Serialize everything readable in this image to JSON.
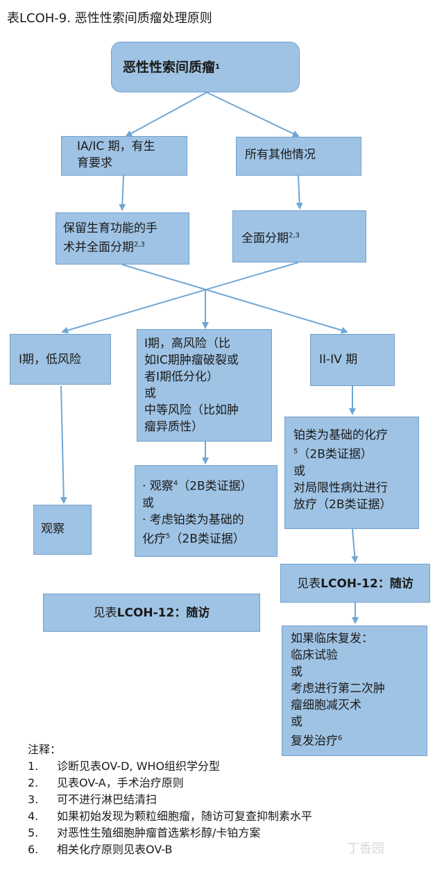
{
  "title": "表LCOH-9. 恶性性索间质瘤处理原则",
  "nodes": {
    "root": "恶性性索间质瘤",
    "root_sup": "1",
    "left1_l1": "IA/IC 期，有生",
    "left1_l2": "育要求",
    "right1": "所有其他情况",
    "left2_l1": "保留生育功能的手",
    "left2_l2": "术并全面分期",
    "left2_sup": "2,3",
    "right2": "全面分期",
    "right2_sup": "2,3",
    "stage1_low": "I期，低风险",
    "stage1_high_l1": "I期，高风险（比",
    "stage1_high_l2": "如IC期肿瘤破裂或",
    "stage1_high_l3": "者I期低分化）",
    "stage1_high_l4": "或",
    "stage1_high_l5": "中等风险（比如肿",
    "stage1_high_l6": "瘤异质性）",
    "stage2_4": "II-IV 期",
    "observe": "观察",
    "mid_l1a": "· 观察",
    "mid_l1sup": "4",
    "mid_l1b": "（2B类证据）",
    "mid_l2": "或",
    "mid_l3": "· 考虑铂类为基础的",
    "mid_l4a": "化疗",
    "mid_l4sup": "5",
    "mid_l4b": "（2B类证据）",
    "right3_l1": "铂类为基础的化疗",
    "right3_l2sup": "5",
    "right3_l2": "（2B类证据）",
    "right3_l3": "或",
    "right3_l4": "对局限性病灶进行",
    "right3_l5": "放疗（2B类证据）",
    "followup_right_a": "见表",
    "followup_right_b": "LCOH-12：随访",
    "followup_left_a": "见表",
    "followup_left_b": "LCOH-12：随访",
    "recur_l1": "如果临床复发：",
    "recur_l2": "临床试验",
    "recur_l3": "或",
    "recur_l4": "考虑进行第二次肿",
    "recur_l5": "瘤细胞减灭术",
    "recur_l6": "或",
    "recur_l7": "复发治疗",
    "recur_sup": "6"
  },
  "notes": {
    "heading": "注释：",
    "items": [
      {
        "num": "1.",
        "text": "诊断见表OV-D, WHO组织学分型"
      },
      {
        "num": "2.",
        "text": "见表OV-A，手术治疗原则"
      },
      {
        "num": "3.",
        "text": "可不进行淋巴结清扫"
      },
      {
        "num": "4.",
        "text": "如果初始发现为颗粒细胞瘤，随访可复查抑制素水平"
      },
      {
        "num": "5.",
        "text": "对恶性生殖细胞肿瘤首选紫杉醇/卡铂方案"
      },
      {
        "num": "6.",
        "text": "相关化疗原则见表OV-B"
      }
    ]
  },
  "watermark": "丁香园",
  "colors": {
    "box_fill": "#9fc3e4",
    "box_border": "#6f9fcc",
    "arrow": "#6fa6d6"
  }
}
